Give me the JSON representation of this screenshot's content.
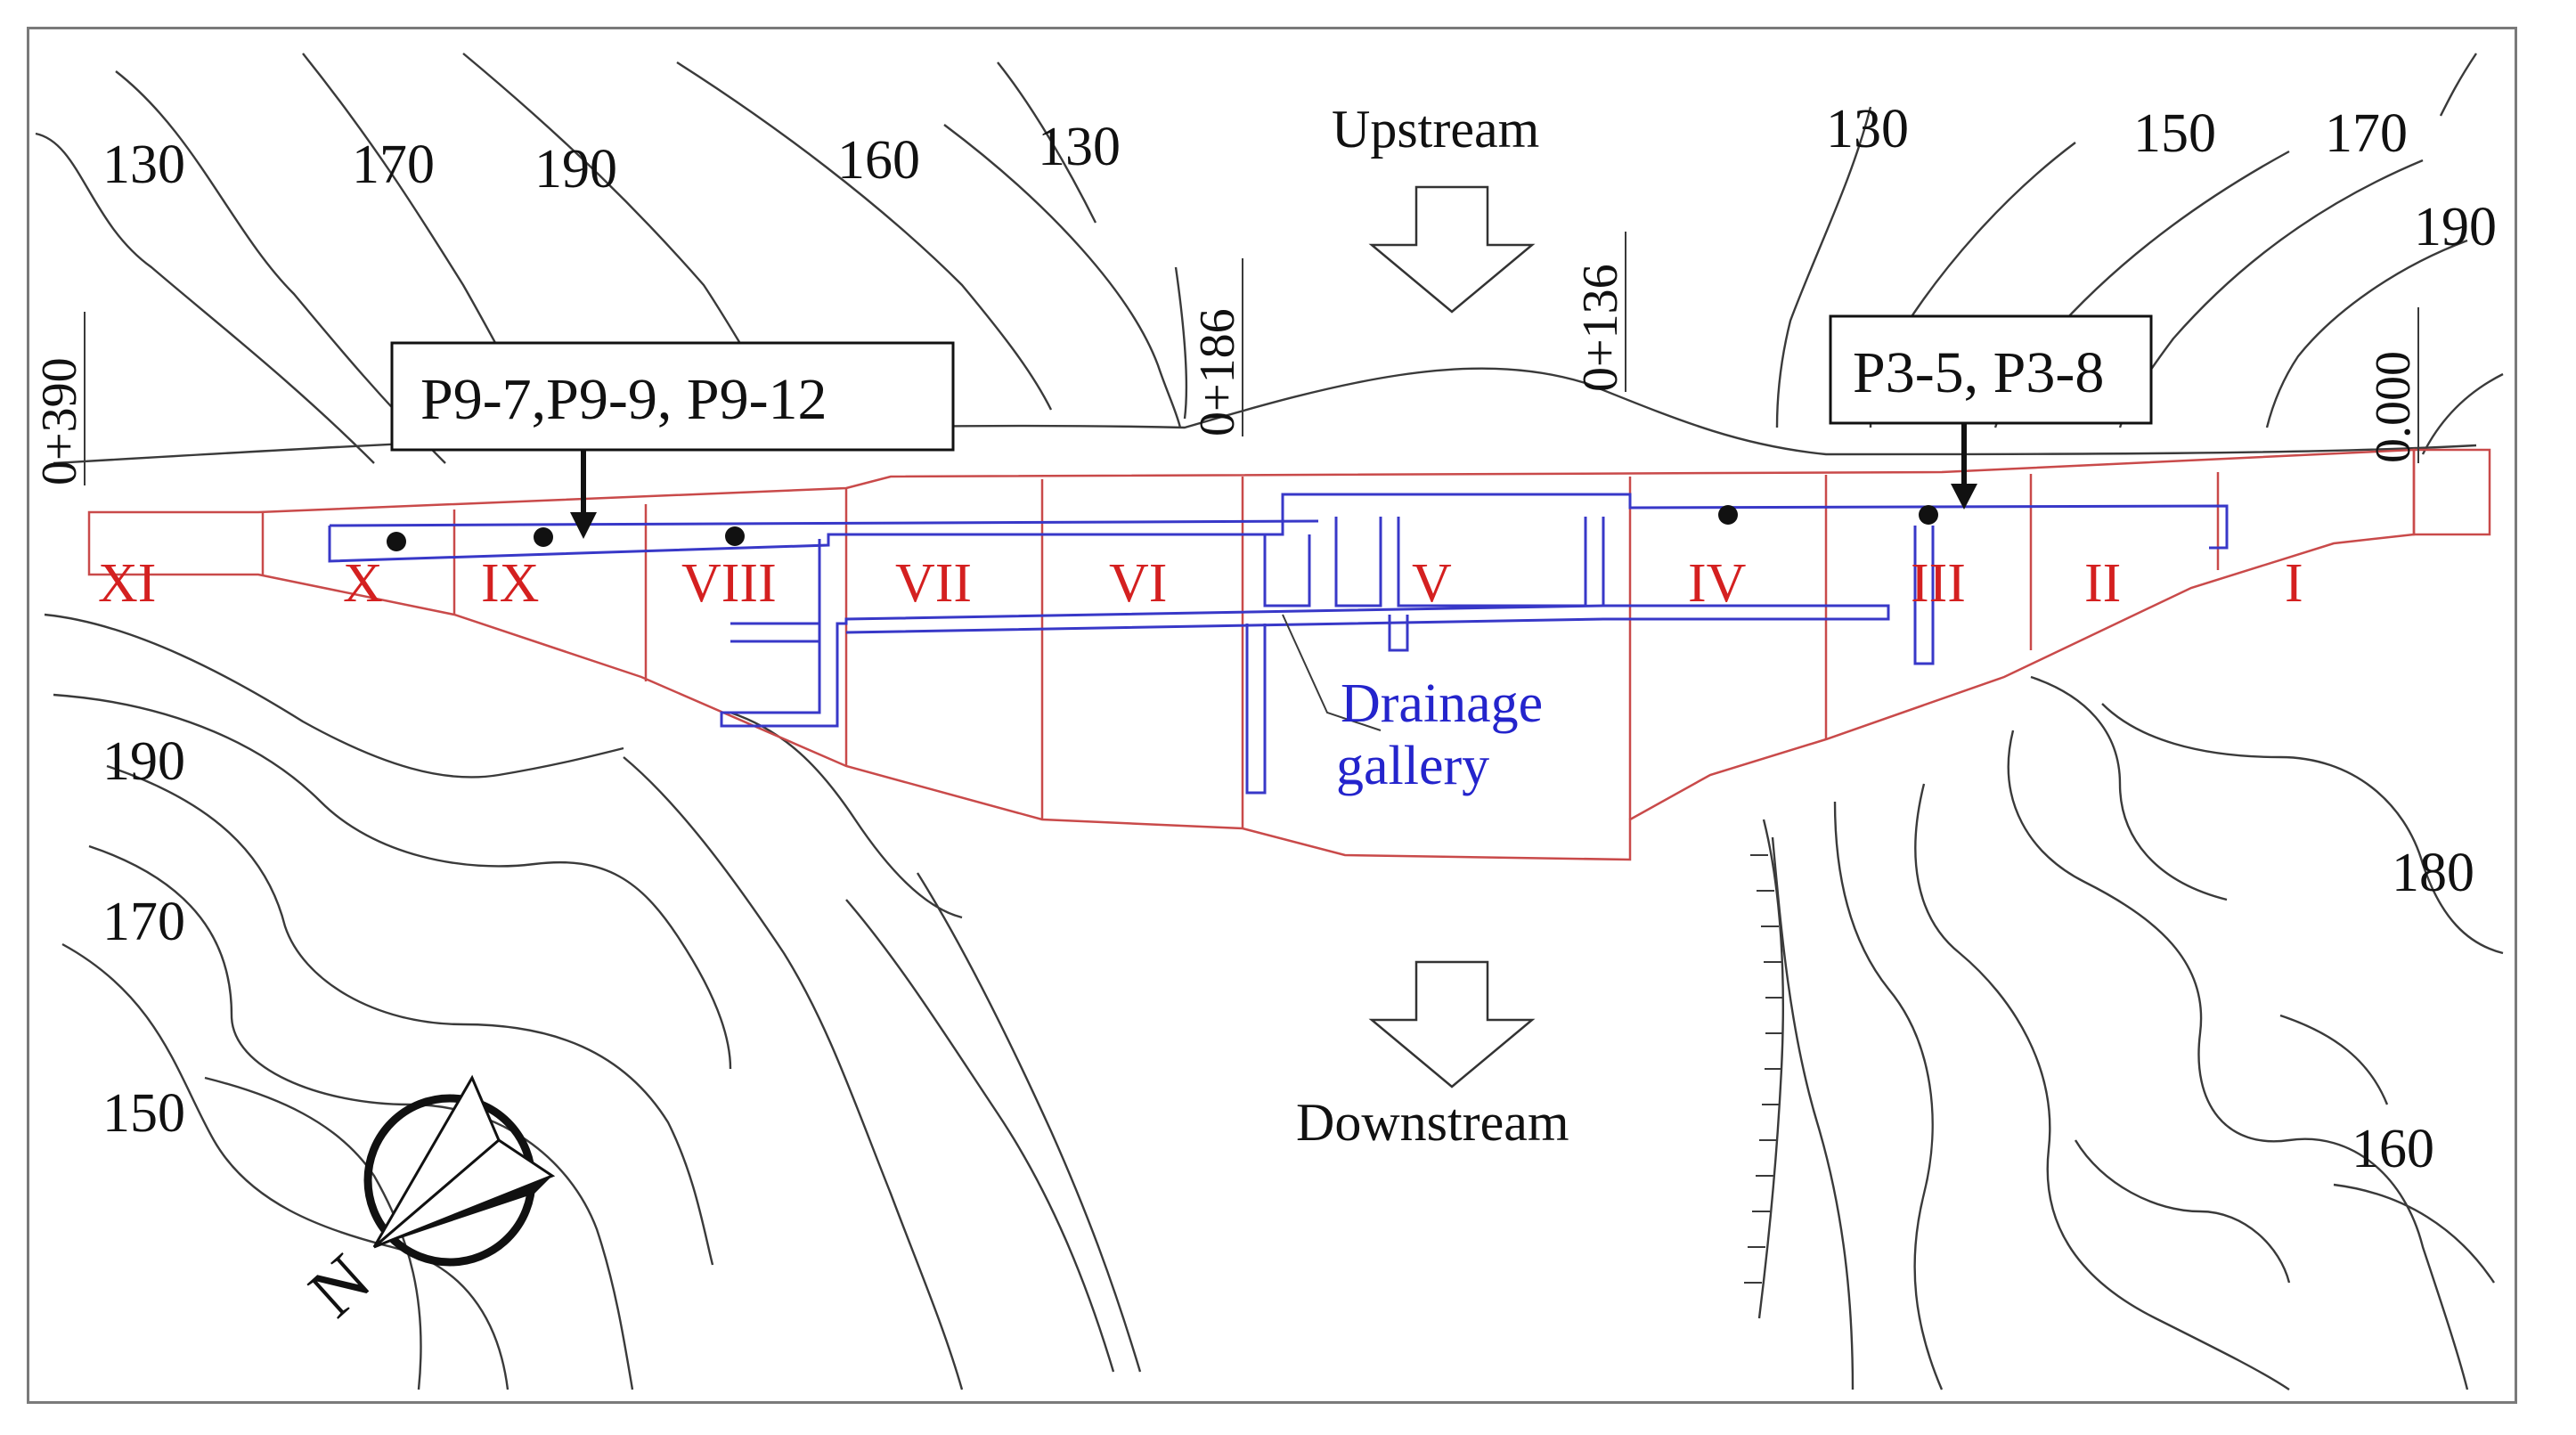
{
  "elevation_labels": {
    "top_1": "130",
    "top_2": "170",
    "top_3": "190",
    "top_4": "160",
    "top_5": "130",
    "top_6": "130",
    "top_7": "150",
    "top_8": "170",
    "right_1": "190",
    "right_2": "180",
    "right_3": "160",
    "left_1": "190",
    "left_2": "170",
    "left_3": "150"
  },
  "chainages": {
    "left": "0+390",
    "mid_1": "0+186",
    "mid_2": "0+136",
    "right": "0.000"
  },
  "flow": {
    "upstream": "Upstream",
    "downstream": "Downstream"
  },
  "monitoring_callouts": {
    "left_points": "P9-7,P9-9, P9-12",
    "right_points": "P3-5, P3-8"
  },
  "dam_blocks": [
    "XI",
    "X",
    "IX",
    "VIII",
    "VII",
    "VI",
    "V",
    "IV",
    "III",
    "II",
    "I"
  ],
  "gallery": {
    "line_1": "Drainage",
    "line_2": "gallery"
  },
  "compass": {
    "north_label": "N"
  },
  "colors": {
    "contour": "#3a3a3a",
    "dam_outline": "#c94a4a",
    "block_numeral": "#d42020",
    "gallery": "#3838c8"
  }
}
